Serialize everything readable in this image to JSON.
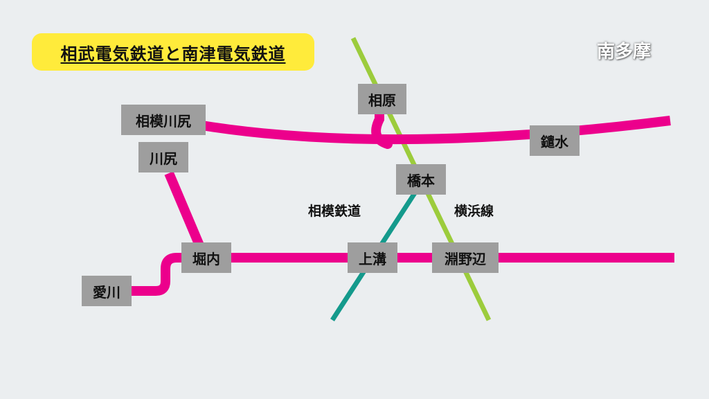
{
  "title": "相武電気鉄道と南津電気鉄道",
  "region": "南多摩",
  "colors": {
    "sobu_line": "#ec008c",
    "yokohama_line": "#9ccc3c",
    "sagami_line": "#149a8c",
    "station_box": "#9e9e9e",
    "title_bg": "#ffeb3b",
    "background": "#ebeef0"
  },
  "stations": {
    "sagamihara": "相原",
    "sagamigawa_jiri": "相模川尻",
    "kawajiri": "川尻",
    "kagisui": "鑓水",
    "hashimoto": "橋本",
    "horinouchi": "堀内",
    "kamimizo": "上溝",
    "fuchinobe": "淵野辺",
    "aikawa": "愛川"
  },
  "line_labels": {
    "sagami": "相模鉄道",
    "yokohama": "横浜線"
  }
}
